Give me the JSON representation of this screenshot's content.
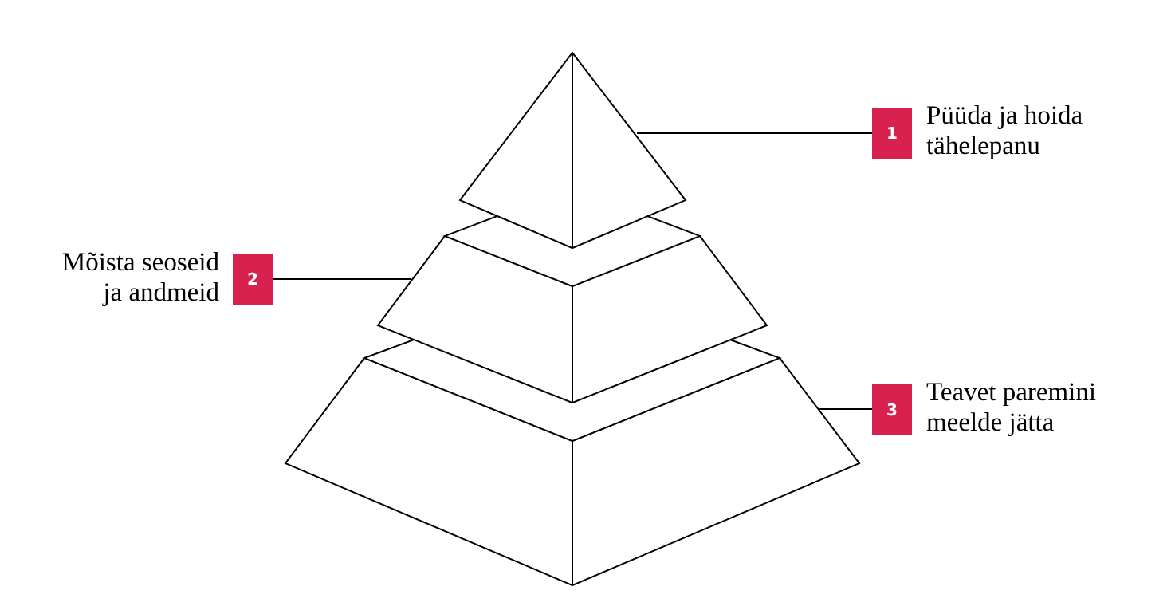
{
  "colors": {
    "badge": "#D9214F",
    "stroke": "#000000",
    "fill": "#ffffff"
  },
  "levels": [
    {
      "number": "1",
      "line1": "Püüda ja hoida",
      "line2": "tähelepanu"
    },
    {
      "number": "2",
      "line1": "Mõista seoseid",
      "line2": "ja andmeid"
    },
    {
      "number": "3",
      "line1": "Teavet paremini",
      "line2": "meelde jätta"
    }
  ]
}
